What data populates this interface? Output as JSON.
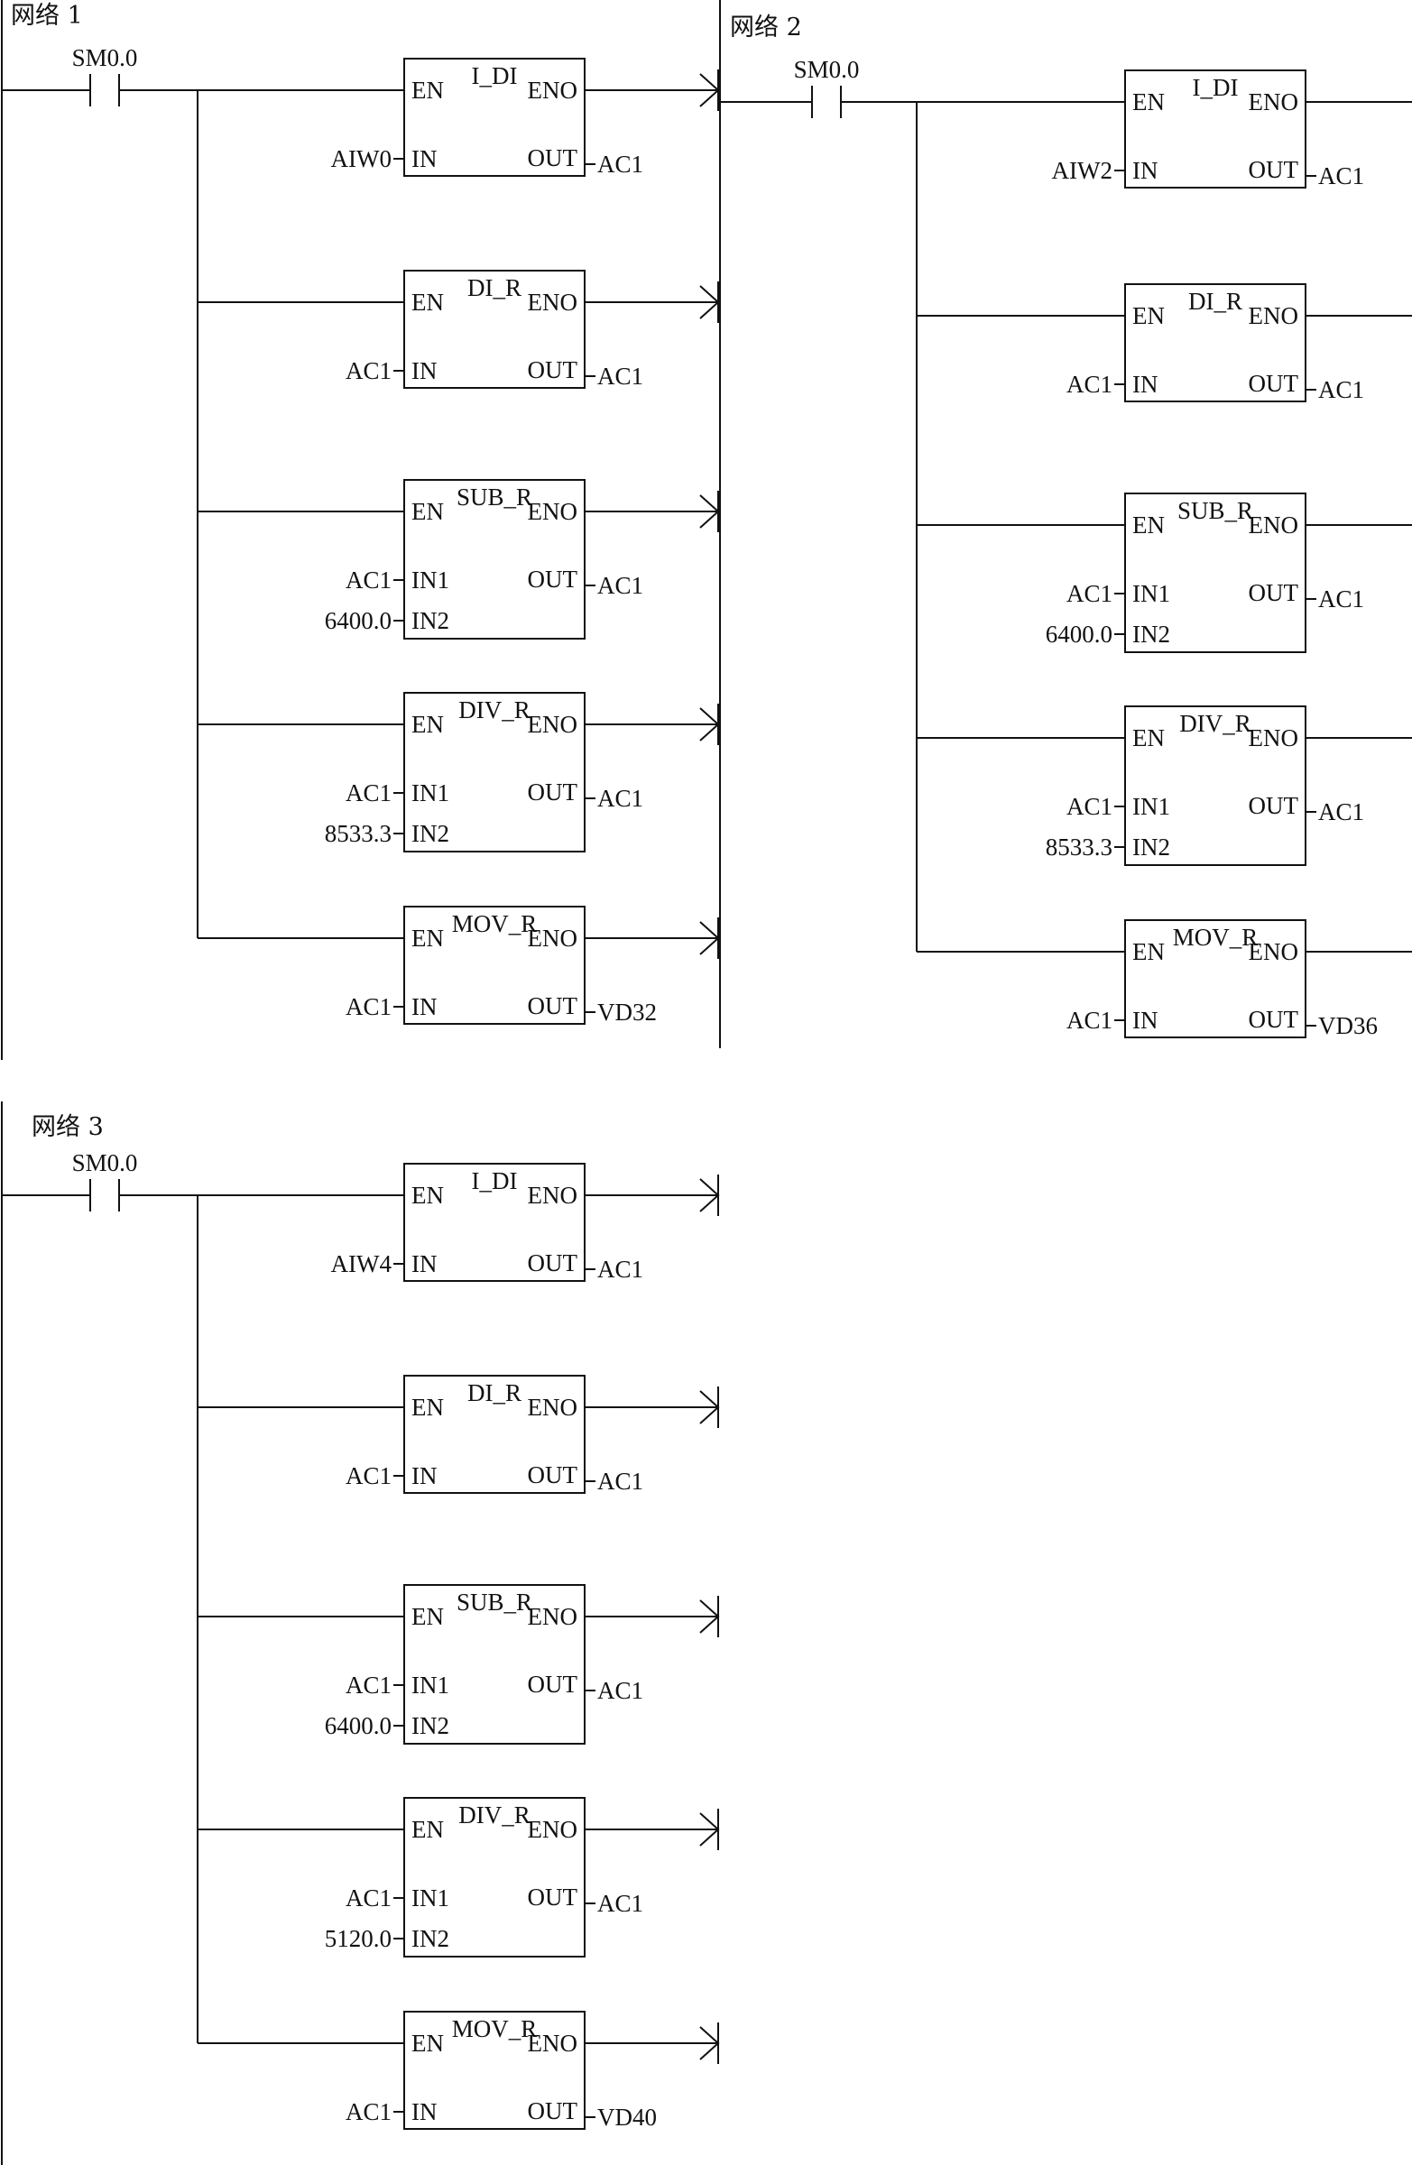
{
  "networks": [
    {
      "title": "网络 1",
      "contact": "SM0.0",
      "blocks": [
        {
          "name": "I_DI",
          "pins_in": [
            "EN",
            "IN"
          ],
          "pins_out": [
            "ENO",
            "OUT"
          ],
          "inputs": [
            "AIW0"
          ],
          "output": "AC1"
        },
        {
          "name": "DI_R",
          "pins_in": [
            "EN",
            "IN"
          ],
          "pins_out": [
            "ENO",
            "OUT"
          ],
          "inputs": [
            "AC1"
          ],
          "output": "AC1"
        },
        {
          "name": "SUB_R",
          "pins_in": [
            "EN",
            "IN1",
            "IN2"
          ],
          "pins_out": [
            "ENO",
            "OUT"
          ],
          "inputs": [
            "AC1",
            "6400.0"
          ],
          "output": "AC1"
        },
        {
          "name": "DIV_R",
          "pins_in": [
            "EN",
            "IN1",
            "IN2"
          ],
          "pins_out": [
            "ENO",
            "OUT"
          ],
          "inputs": [
            "AC1",
            "8533.3"
          ],
          "output": "AC1"
        },
        {
          "name": "MOV_R",
          "pins_in": [
            "EN",
            "IN"
          ],
          "pins_out": [
            "ENO",
            "OUT"
          ],
          "inputs": [
            "AC1"
          ],
          "output": "VD32"
        }
      ]
    },
    {
      "title": "网络 2",
      "contact": "SM0.0",
      "blocks": [
        {
          "name": "I_DI",
          "pins_in": [
            "EN",
            "IN"
          ],
          "pins_out": [
            "ENO",
            "OUT"
          ],
          "inputs": [
            "AIW2"
          ],
          "output": "AC1"
        },
        {
          "name": "DI_R",
          "pins_in": [
            "EN",
            "IN"
          ],
          "pins_out": [
            "ENO",
            "OUT"
          ],
          "inputs": [
            "AC1"
          ],
          "output": "AC1"
        },
        {
          "name": "SUB_R",
          "pins_in": [
            "EN",
            "IN1",
            "IN2"
          ],
          "pins_out": [
            "ENO",
            "OUT"
          ],
          "inputs": [
            "AC1",
            "6400.0"
          ],
          "output": "AC1"
        },
        {
          "name": "DIV_R",
          "pins_in": [
            "EN",
            "IN1",
            "IN2"
          ],
          "pins_out": [
            "ENO",
            "OUT"
          ],
          "inputs": [
            "AC1",
            "8533.3"
          ],
          "output": "AC1"
        },
        {
          "name": "MOV_R",
          "pins_in": [
            "EN",
            "IN"
          ],
          "pins_out": [
            "ENO",
            "OUT"
          ],
          "inputs": [
            "AC1"
          ],
          "output": "VD36"
        }
      ]
    },
    {
      "title": "网络 3",
      "contact": "SM0.0",
      "blocks": [
        {
          "name": "I_DI",
          "pins_in": [
            "EN",
            "IN"
          ],
          "pins_out": [
            "ENO",
            "OUT"
          ],
          "inputs": [
            "AIW4"
          ],
          "output": "AC1"
        },
        {
          "name": "DI_R",
          "pins_in": [
            "EN",
            "IN"
          ],
          "pins_out": [
            "ENO",
            "OUT"
          ],
          "inputs": [
            "AC1"
          ],
          "output": "AC1"
        },
        {
          "name": "SUB_R",
          "pins_in": [
            "EN",
            "IN1",
            "IN2"
          ],
          "pins_out": [
            "ENO",
            "OUT"
          ],
          "inputs": [
            "AC1",
            "6400.0"
          ],
          "output": "AC1"
        },
        {
          "name": "DIV_R",
          "pins_in": [
            "EN",
            "IN1",
            "IN2"
          ],
          "pins_out": [
            "ENO",
            "OUT"
          ],
          "inputs": [
            "AC1",
            "5120.0"
          ],
          "output": "AC1"
        },
        {
          "name": "MOV_R",
          "pins_in": [
            "EN",
            "IN"
          ],
          "pins_out": [
            "ENO",
            "OUT"
          ],
          "inputs": [
            "AC1"
          ],
          "output": "VD40"
        }
      ]
    }
  ]
}
